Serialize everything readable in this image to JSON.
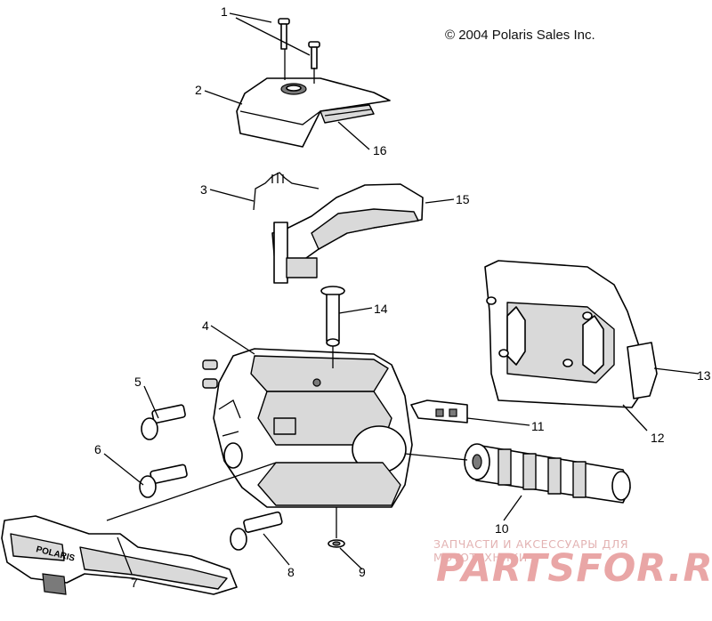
{
  "copyright": "© 2004 Polaris Sales Inc.",
  "watermark": {
    "tagline": "ЗАПЧАСТИ И АКСЕССУАРЫ ДЛЯ МОТОТЕХНИКИ",
    "brand": "PARTSFOR.RU",
    "color": "#e9a6a6"
  },
  "lever_logo": "POLARIS",
  "callouts": [
    {
      "id": "1",
      "label": "1"
    },
    {
      "id": "2",
      "label": "2"
    },
    {
      "id": "3",
      "label": "3"
    },
    {
      "id": "4",
      "label": "4"
    },
    {
      "id": "5",
      "label": "5"
    },
    {
      "id": "6",
      "label": "6"
    },
    {
      "id": "7",
      "label": "7"
    },
    {
      "id": "8",
      "label": "8"
    },
    {
      "id": "9",
      "label": "9"
    },
    {
      "id": "10",
      "label": "10"
    },
    {
      "id": "11",
      "label": "11"
    },
    {
      "id": "12",
      "label": "12"
    },
    {
      "id": "13",
      "label": "13"
    },
    {
      "id": "14",
      "label": "14"
    },
    {
      "id": "15",
      "label": "15"
    },
    {
      "id": "16",
      "label": "16"
    }
  ]
}
